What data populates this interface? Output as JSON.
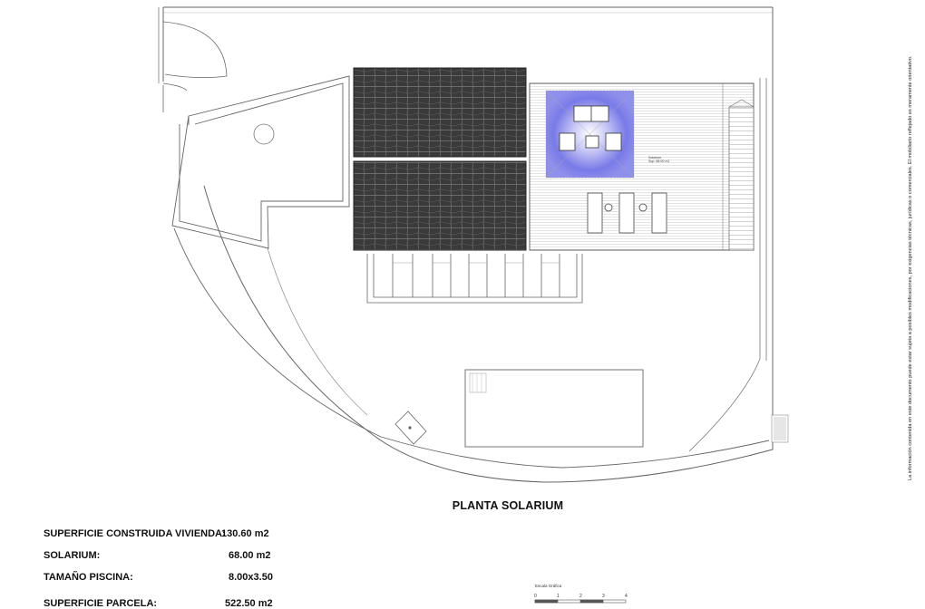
{
  "drawing": {
    "title": "PLANTA SOLARIUM",
    "room_label_line1": "Solarium",
    "room_label_line2": "Sup. 68.00 m2"
  },
  "summary": {
    "rows": [
      {
        "label": "SUPERFICIE CONSTRUIDA VIVIENDA:",
        "value": "130.60 m2"
      },
      {
        "label": "SOLARIUM:",
        "value": "68.00 m2"
      },
      {
        "label": "TAMAÑO PISCINA:",
        "value": "8.00x3.50"
      },
      {
        "label": "SUPERFICIE PARCELA:",
        "value": "522.50 m2"
      }
    ]
  },
  "disclaimer": "La información contenida en este documento puede estar sujeta a posibles modificaciones, por exigencias técnicas, jurídicas o comerciales. El mobiliario reflejado es meramente orientativo.",
  "scale": {
    "label": "Escala Gráfica",
    "ticks": [
      "0",
      "1",
      "2",
      "3",
      "4"
    ]
  },
  "colors": {
    "line": "#555555",
    "roof_tiles": "#3a3a3a",
    "lounge_glow": "#6f6fe6",
    "paper": "#ffffff"
  },
  "icons": {
    "tile_roof": "roof-tiles-pattern",
    "deck": "wood-deck-hatch",
    "lounge": "sofa-set-icon",
    "loungers": "sun-lounger-icon",
    "pool": "pool-outline"
  }
}
